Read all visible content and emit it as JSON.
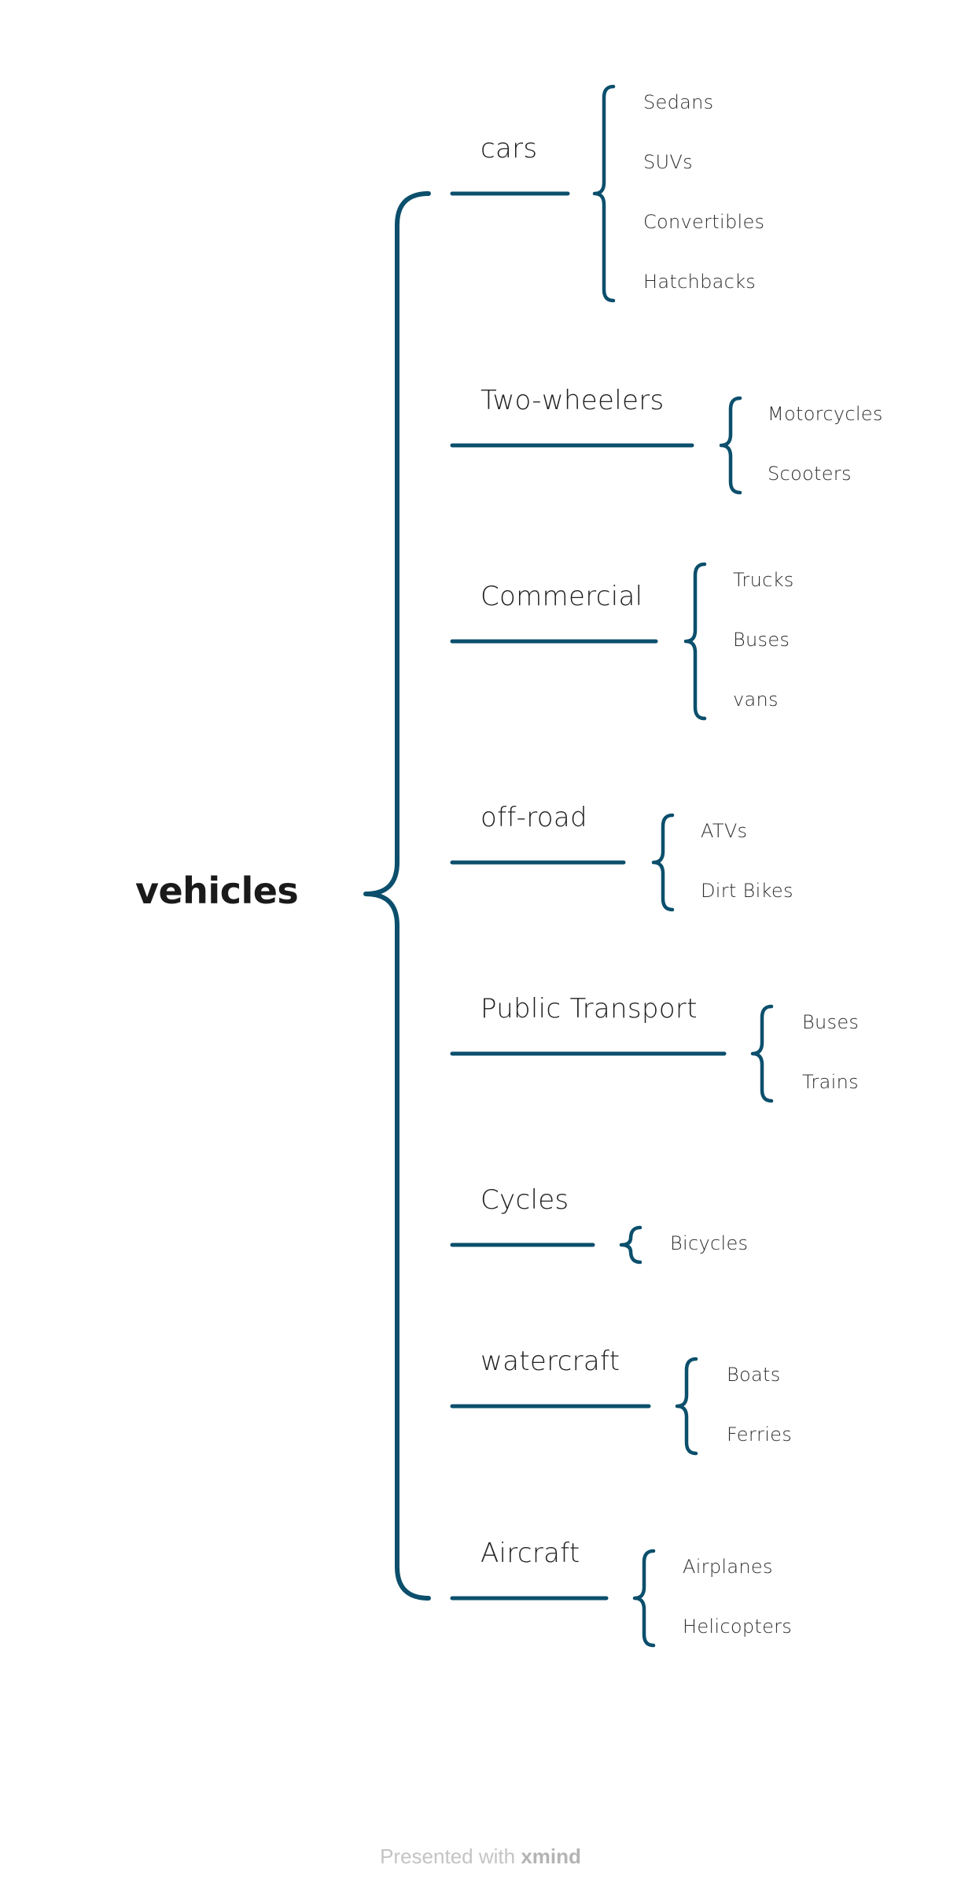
{
  "colors": {
    "line": "#0b4f6c",
    "text": "#202020",
    "footer": "#c4c4c4"
  },
  "root": {
    "label": "vehicles"
  },
  "branches": [
    {
      "label": "cars",
      "children": [
        "Sedans",
        "SUVs",
        "Convertibles",
        "Hatchbacks"
      ]
    },
    {
      "label": "Two-wheelers",
      "children": [
        "Motorcycles",
        "Scooters"
      ]
    },
    {
      "label": "Commercial",
      "children": [
        "Trucks",
        "Buses",
        "vans"
      ]
    },
    {
      "label": "off-road",
      "children": [
        "ATVs",
        "Dirt Bikes"
      ]
    },
    {
      "label": "Public Transport",
      "children": [
        "Buses",
        "Trains"
      ]
    },
    {
      "label": "Cycles",
      "children": [
        "Bicycles"
      ]
    },
    {
      "label": "watercraft",
      "children": [
        "Boats",
        "Ferries"
      ]
    },
    {
      "label": "Aircraft",
      "children": [
        "Airplanes",
        "Helicopters"
      ]
    }
  ],
  "footer": {
    "prefix": "Presented with",
    "brand": "xmind"
  }
}
